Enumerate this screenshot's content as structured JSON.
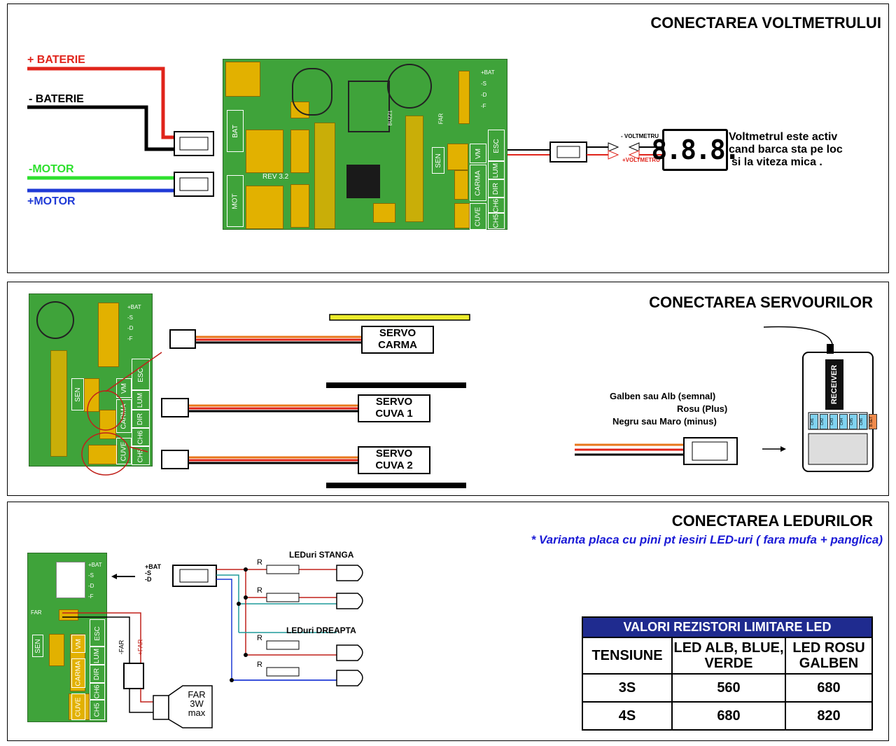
{
  "panel1": {
    "title": "CONECTAREA VOLTMETRULUI",
    "wires": {
      "bat_plus": "+ BATERIE",
      "bat_minus": "- BATERIE",
      "mot_minus": "-MOTOR",
      "mot_plus": "+MOTOR"
    },
    "board_labels": {
      "bat": "BAT",
      "mot": "MOT",
      "rev": "REV 3.2",
      "esc": "ESC",
      "lum": "LUM",
      "dir": "DIR",
      "ch6": "CH6",
      "ch5": "CH5",
      "vm": "VM",
      "carma": "CARMA",
      "cuve": "CUVE",
      "sen": "SEN",
      "far": "FAR",
      "buzz": "BUZZ1"
    },
    "header_pins": [
      "+BAT",
      "-S",
      "-D",
      "-F"
    ],
    "volt_minus": "- VOLTMETRU",
    "volt_plus": "+VOLTMETRU",
    "display": "8.8.8.",
    "note": [
      "Voltmetrul este activ",
      "cand barca sta pe loc",
      "si la viteza mica ."
    ]
  },
  "panel2": {
    "title": "CONECTAREA SERVOURILOR",
    "servos": [
      {
        "line1": "SERVO",
        "line2": "CARMA"
      },
      {
        "line1": "SERVO",
        "line2": "CUVA 1"
      },
      {
        "line1": "SERVO",
        "line2": "CUVA 2"
      }
    ],
    "wire_legend": [
      "Galben sau Alb (semnal)",
      "Rosu (Plus)",
      "Negru sau Maro (minus)"
    ],
    "receiver": "RECEIVER",
    "channels": [
      "CH1",
      "CH2",
      "CH3",
      "CH4",
      "CH5",
      "CH6",
      "B.SET"
    ]
  },
  "panel3": {
    "title": "CONECTAREA LEDURILOR",
    "subtitle": "* Varianta placa cu pini pt iesiri LED-uri ( fara mufa + panglica)",
    "led_left": "LEDuri STANGA",
    "led_right": "LEDuri DREAPTA",
    "connector_pins": [
      "+BAT",
      "-S",
      "-D"
    ],
    "far_minus": "-FAR",
    "far_plus": "+FAR",
    "far_lamp": [
      "FAR",
      "3W",
      "max"
    ],
    "resistor": "R",
    "table": {
      "title": "VALORI REZISTORI LIMITARE LED",
      "headers": [
        "TENSIUNE",
        "LED ALB, BLUE, VERDE",
        "LED ROSU GALBEN"
      ],
      "rows": [
        [
          "3S",
          "560",
          "680"
        ],
        [
          "4S",
          "680",
          "820"
        ]
      ]
    }
  },
  "colors": {
    "pcb": "#3fa33a",
    "pad": "#e2b100",
    "red_wire": "#e0241b",
    "green_wire": "#2ee02e",
    "blue_wire": "#1f3ad6",
    "table_header": "#1f2b8f",
    "note_blue": "#1a1ad6"
  }
}
